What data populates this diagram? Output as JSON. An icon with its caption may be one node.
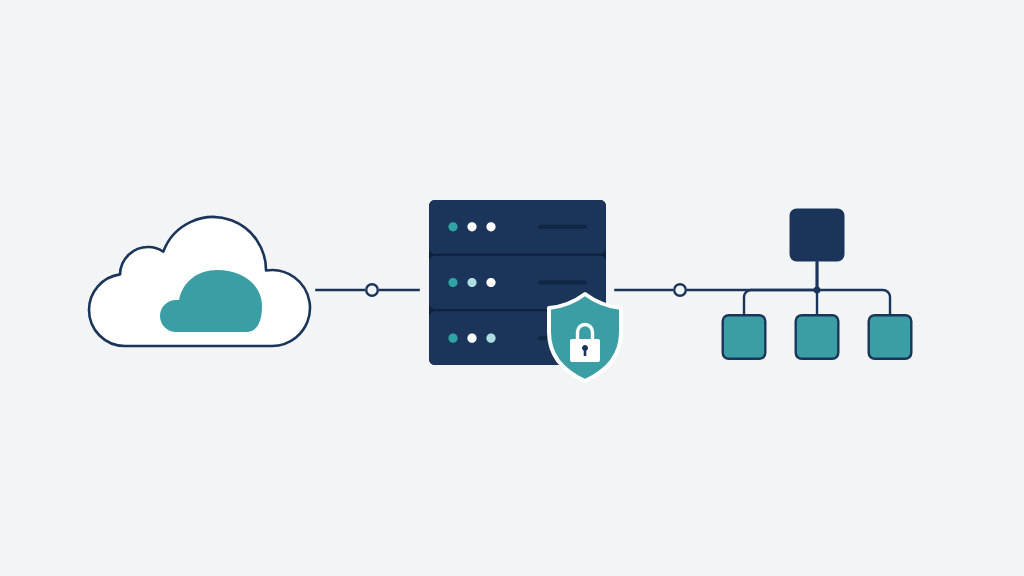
{
  "diagram": {
    "nodes": [
      {
        "text": [],
        "shape": "cloud"
      },
      {
        "text": [],
        "shape": "circle"
      },
      {
        "text": [],
        "shape": "server"
      },
      {
        "text": [],
        "shape": "circle"
      },
      {
        "text": [],
        "shape": "box"
      },
      {
        "text": [],
        "shape": "box"
      },
      {
        "text": [],
        "shape": "box"
      },
      {
        "text": [],
        "shape": "box"
      }
    ],
    "edges": [
      {
        "from": 0,
        "to": 1,
        "arrow": "none"
      },
      {
        "from": 1,
        "to": 2,
        "arrow": "none"
      },
      {
        "from": 2,
        "to": 3,
        "arrow": "none"
      },
      {
        "from": 3,
        "to": 4,
        "arrow": "none"
      },
      {
        "from": 4,
        "to": 5,
        "arrow": "none"
      },
      {
        "from": 4,
        "to": 6,
        "arrow": "none"
      },
      {
        "from": 4,
        "to": 7,
        "arrow": "none"
      }
    ]
  }
}
